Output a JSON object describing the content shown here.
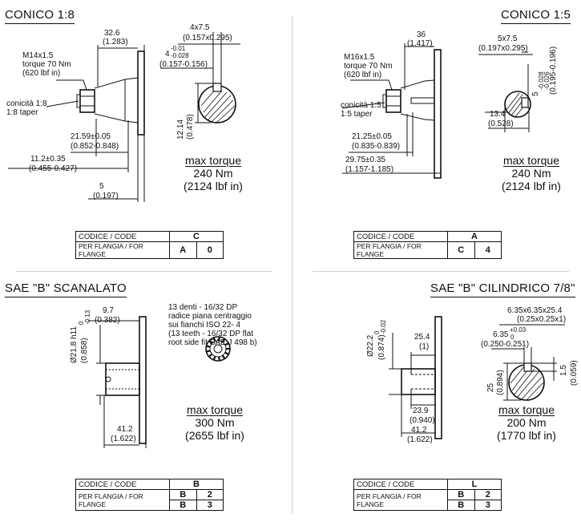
{
  "q1": {
    "title": "CONICO 1:8",
    "dims": {
      "a": "32.6",
      "a2": "(1.283)",
      "thread": "M14x1.5",
      "torque": "torque 70 Nm",
      "torque2": "(620 lbf in)",
      "taper": "conicità 1:8",
      "taper2": "1:8 taper",
      "d1": "21.59±0.05",
      "d1b": "(0.852-0.848)",
      "d2": "11.2±0.35",
      "d2b": "(0.455-0.427)",
      "d3": "5",
      "d3b": "(0.197)",
      "key1": "4x7.5",
      "key1b": "(0.157x0.295)",
      "key2": "4",
      "key2tol": "-0.01",
      "key2tol2": "-0.028",
      "key2b": "(0.157-0.156)",
      "h1": "12.14",
      "h1b": "(0.478)"
    },
    "torque_label": "max torque",
    "torque_val": "240 Nm",
    "torque_val2": "(2124 lbf in)",
    "code_label": "CODICE / CODE",
    "code_value": "C",
    "flange_label": "PER FLANGIA / FOR FLANGE",
    "flange": [
      "A",
      "0"
    ]
  },
  "q2": {
    "title": "CONICO 1:5",
    "dims": {
      "a": "36",
      "a2": "(1.417)",
      "thread": "M16x1.5",
      "torque": "torque 70 Nm",
      "torque2": "(620 lbf in)",
      "taper": "conicità 1:5",
      "taper2": "1:5 taper",
      "d1": "21.25±0.05",
      "d1b": "(0.835-0.839)",
      "d2": "29.75±0.35",
      "d2b": "(1.157-1.185)",
      "key1": "5x7.5",
      "key1b": "(0.197x0.295)",
      "key2": "5",
      "key2tol": "-0.028",
      "key2tol2": "-0.026",
      "key2b": "(0.195-0.196)",
      "h1": "13.4",
      "h1b": "(0.528)"
    },
    "torque_label": "max torque",
    "torque_val": "240 Nm",
    "torque_val2": "(2124 lbf in)",
    "code_label": "CODICE / CODE",
    "code_value": "A",
    "flange_label": "PER FLANGIA / FOR FLANGE",
    "flange": [
      "C",
      "4"
    ]
  },
  "q3": {
    "title": "SAE \"B\" SCANALATO",
    "dims": {
      "dia": "Ø21.8 h11",
      "diatol": "0",
      "diatol2": "-0.13",
      "diab": "(0.858)",
      "a": "9.7",
      "a2": "(0.382)",
      "b": "41.2",
      "b2": "(1.622)"
    },
    "spline": [
      "13 denti - 16/32 DP",
      "radice piana centraggio",
      "sui fianchi     ISO 22- 4",
      "(13 teeth - 16/32 DP  flat",
      "root side fit SAE J 498 b)"
    ],
    "torque_label": "max torque",
    "torque_val": "300 Nm",
    "torque_val2": "(2655 lbf in)",
    "code_label": "CODICE / CODE",
    "code_value": "B",
    "flange_label": "PER FLANGIA / FOR FLANGE",
    "flange": [
      "B",
      "2"
    ],
    "flange2": [
      "B",
      "3"
    ]
  },
  "q4": {
    "title": "SAE \"B\" CILINDRICO 7/8\"",
    "dims": {
      "dia": "Ø22.2",
      "diatol": "0",
      "diatol2": "-0.02",
      "diab": "(0.874)",
      "a": "25.4",
      "a2": "(1)",
      "b": "23.9",
      "b2": "(0.940)",
      "c": "41.2",
      "c2": "(1.622)",
      "key1": "6.35x6.35x25.4",
      "key1b": "(0.25x0.25x1)",
      "key2": "6.35",
      "key2tol": "+0.03",
      "key2tol2": "0",
      "key2b": "(0.250-0.251)",
      "h1": "25",
      "h1b": "(0.894)",
      "h2": "1.5",
      "h2b": "(0.059)"
    },
    "torque_label": "max torque",
    "torque_val": "200 Nm",
    "torque_val2": "(1770 lbf in)",
    "code_label": "CODICE / CODE",
    "code_value": "L",
    "flange_label": "PER FLANGIA / FOR FLANGE",
    "flange": [
      "B",
      "2"
    ],
    "flange2": [
      "B",
      "3"
    ]
  }
}
